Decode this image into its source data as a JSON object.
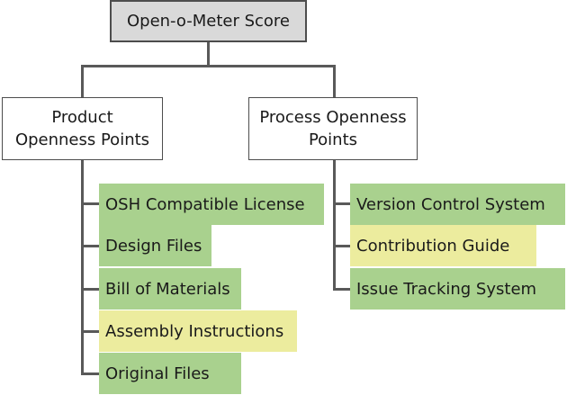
{
  "root": {
    "label": "Open-o-Meter Score"
  },
  "categories": [
    {
      "label_line1": "Product",
      "label_line2": "Openness Points",
      "items": [
        {
          "label": "OSH Compatible License",
          "status_color": "#a9d18e"
        },
        {
          "label": "Design Files",
          "status_color": "#a9d18e"
        },
        {
          "label": "Bill of Materials",
          "status_color": "#a9d18e"
        },
        {
          "label": "Assembly Instructions",
          "status_color": "#ecec9e"
        },
        {
          "label": "Original Files",
          "status_color": "#a9d18e"
        }
      ]
    },
    {
      "label_line1": "Process Openness",
      "label_line2": "Points",
      "items": [
        {
          "label": "Version Control System",
          "status_color": "#a9d18e"
        },
        {
          "label": "Contribution Guide",
          "status_color": "#ecec9e"
        },
        {
          "label": "Issue Tracking System",
          "status_color": "#a9d18e"
        }
      ]
    }
  ]
}
